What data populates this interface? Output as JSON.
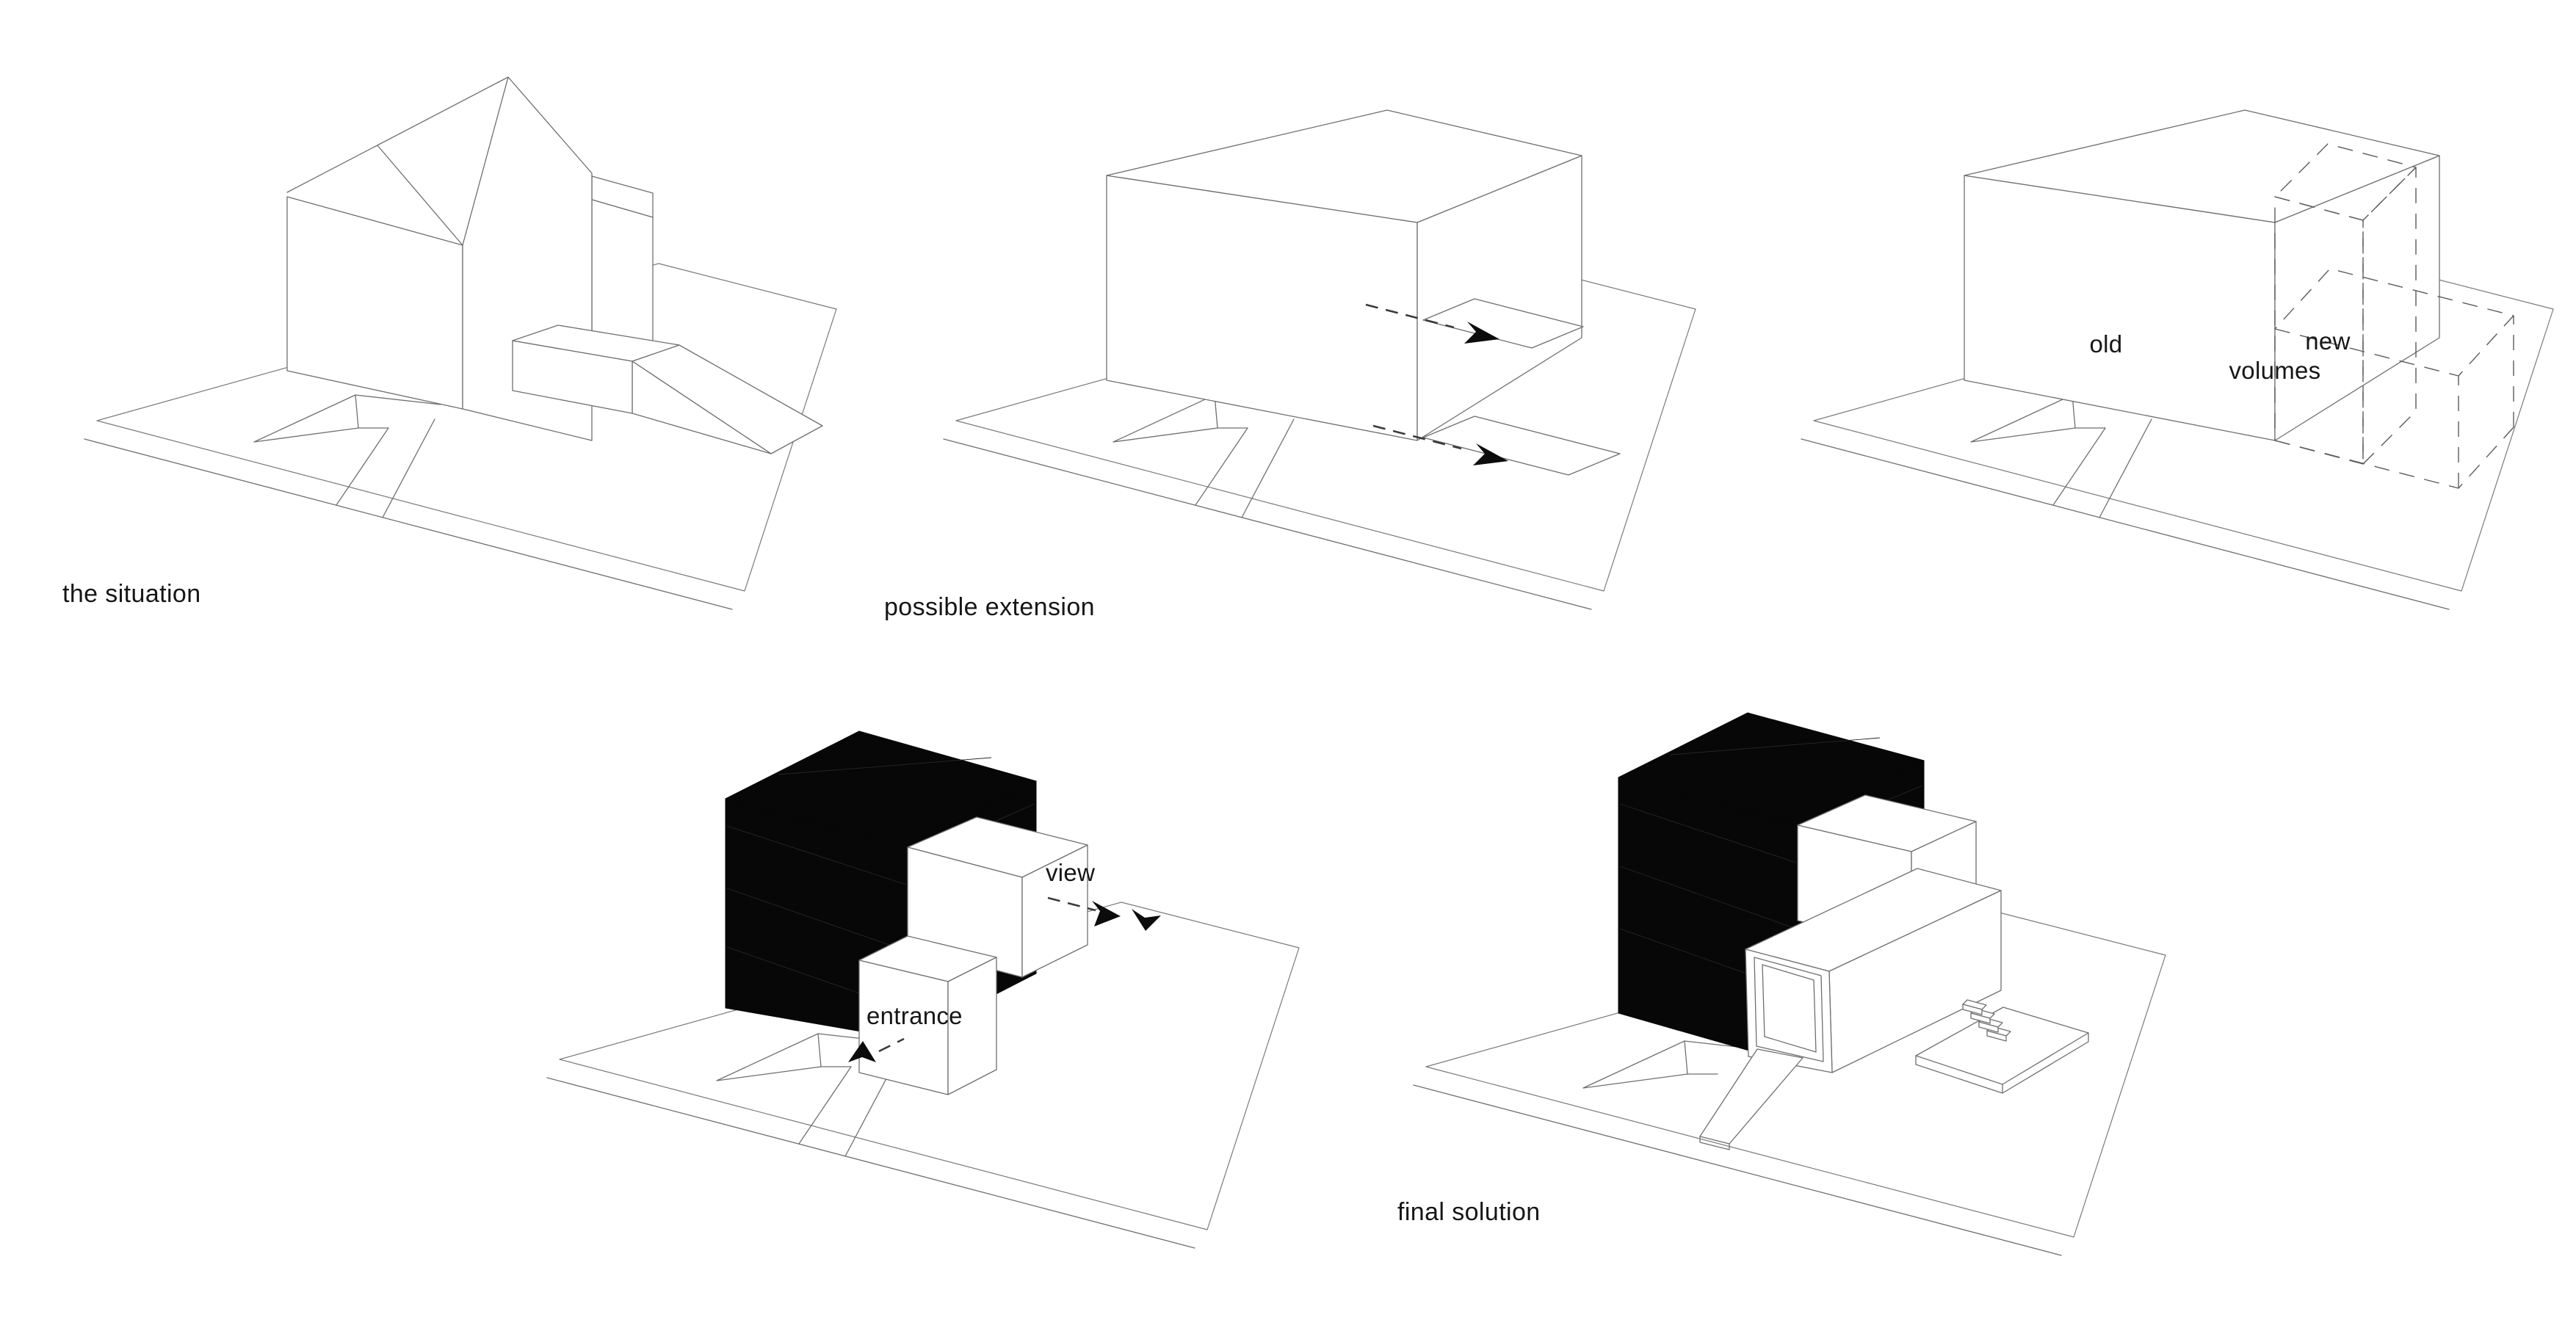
{
  "sheet": {
    "background": "#ffffff",
    "line_color": "#6f6f6f",
    "black_fill": "#070707",
    "text_color": "#161616"
  },
  "diagrams": {
    "situation": {
      "caption": "the situation"
    },
    "extension": {
      "caption": "possible extension"
    },
    "volumes": {
      "label_old": "old",
      "label_volumes": "volumes",
      "label_new": "new"
    },
    "concept": {
      "label_view": "view",
      "label_entrance": "entrance"
    },
    "final": {
      "caption": "final solution"
    }
  }
}
